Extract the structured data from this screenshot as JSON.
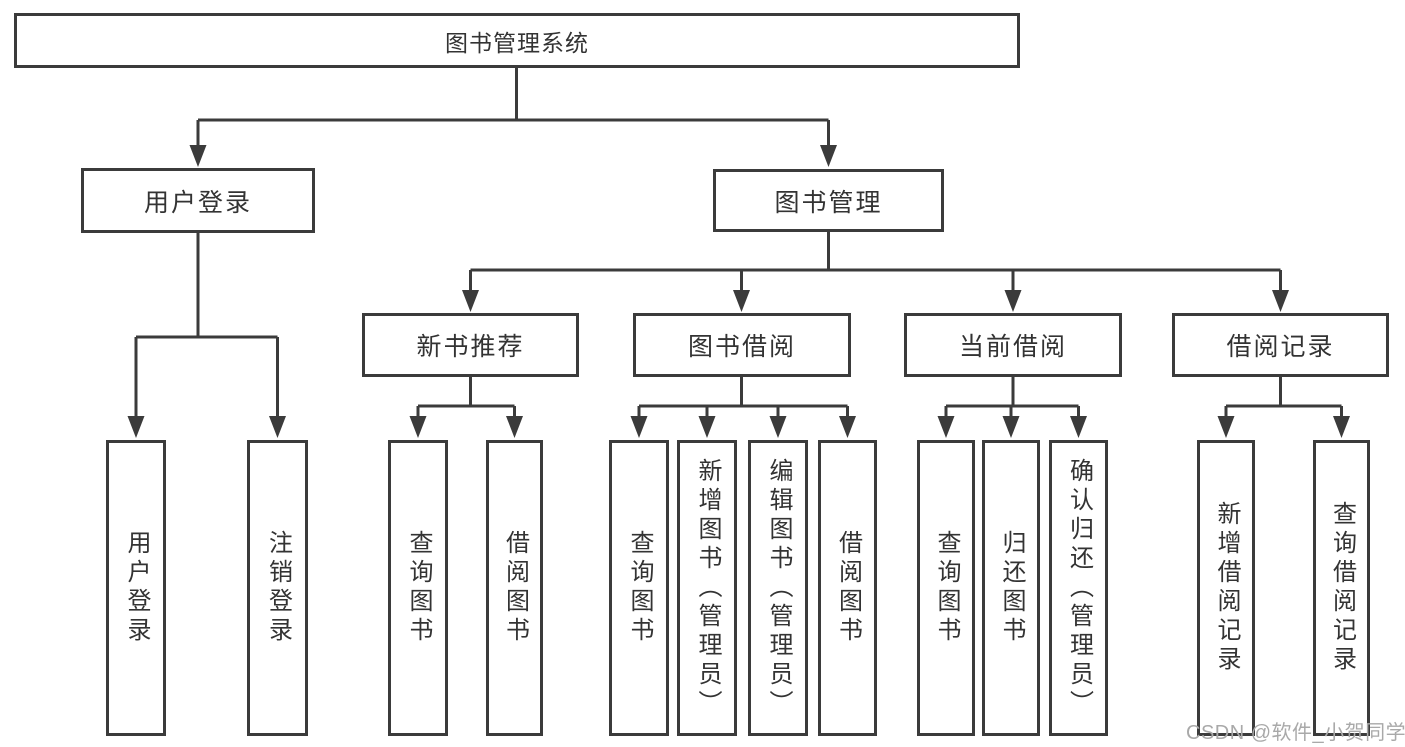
{
  "nodes": {
    "root": "图书管理系统",
    "user_login": "用户登录",
    "book_mgmt": "图书管理",
    "new_book_rec": "新书推荐",
    "book_borrow": "图书借阅",
    "current_borrow": "当前借阅",
    "borrow_records": "借阅记录",
    "leaf_user_login": "用户登录",
    "leaf_logout": "注销登录",
    "leaf_rec_query_book": "查询图书",
    "leaf_rec_borrow_book": "借阅图书",
    "leaf_bb_query_book": "查询图书",
    "leaf_bb_add_book": "新增图书（管理员）",
    "leaf_bb_edit_book": "编辑图书（管理员）",
    "leaf_bb_borrow_book": "借阅图书",
    "leaf_cb_query_book": "查询图书",
    "leaf_cb_return_book": "归还图书",
    "leaf_cb_confirm_return": "确认归还（管理员）",
    "leaf_br_add_record": "新增借阅记录",
    "leaf_br_query_record": "查询借阅记录"
  },
  "watermark": "CSDN @软件_小贺同学",
  "colors": {
    "line": "#3b3b3b",
    "text": "#333333",
    "watermark": "#a9a9a9",
    "background": "#ffffff"
  }
}
